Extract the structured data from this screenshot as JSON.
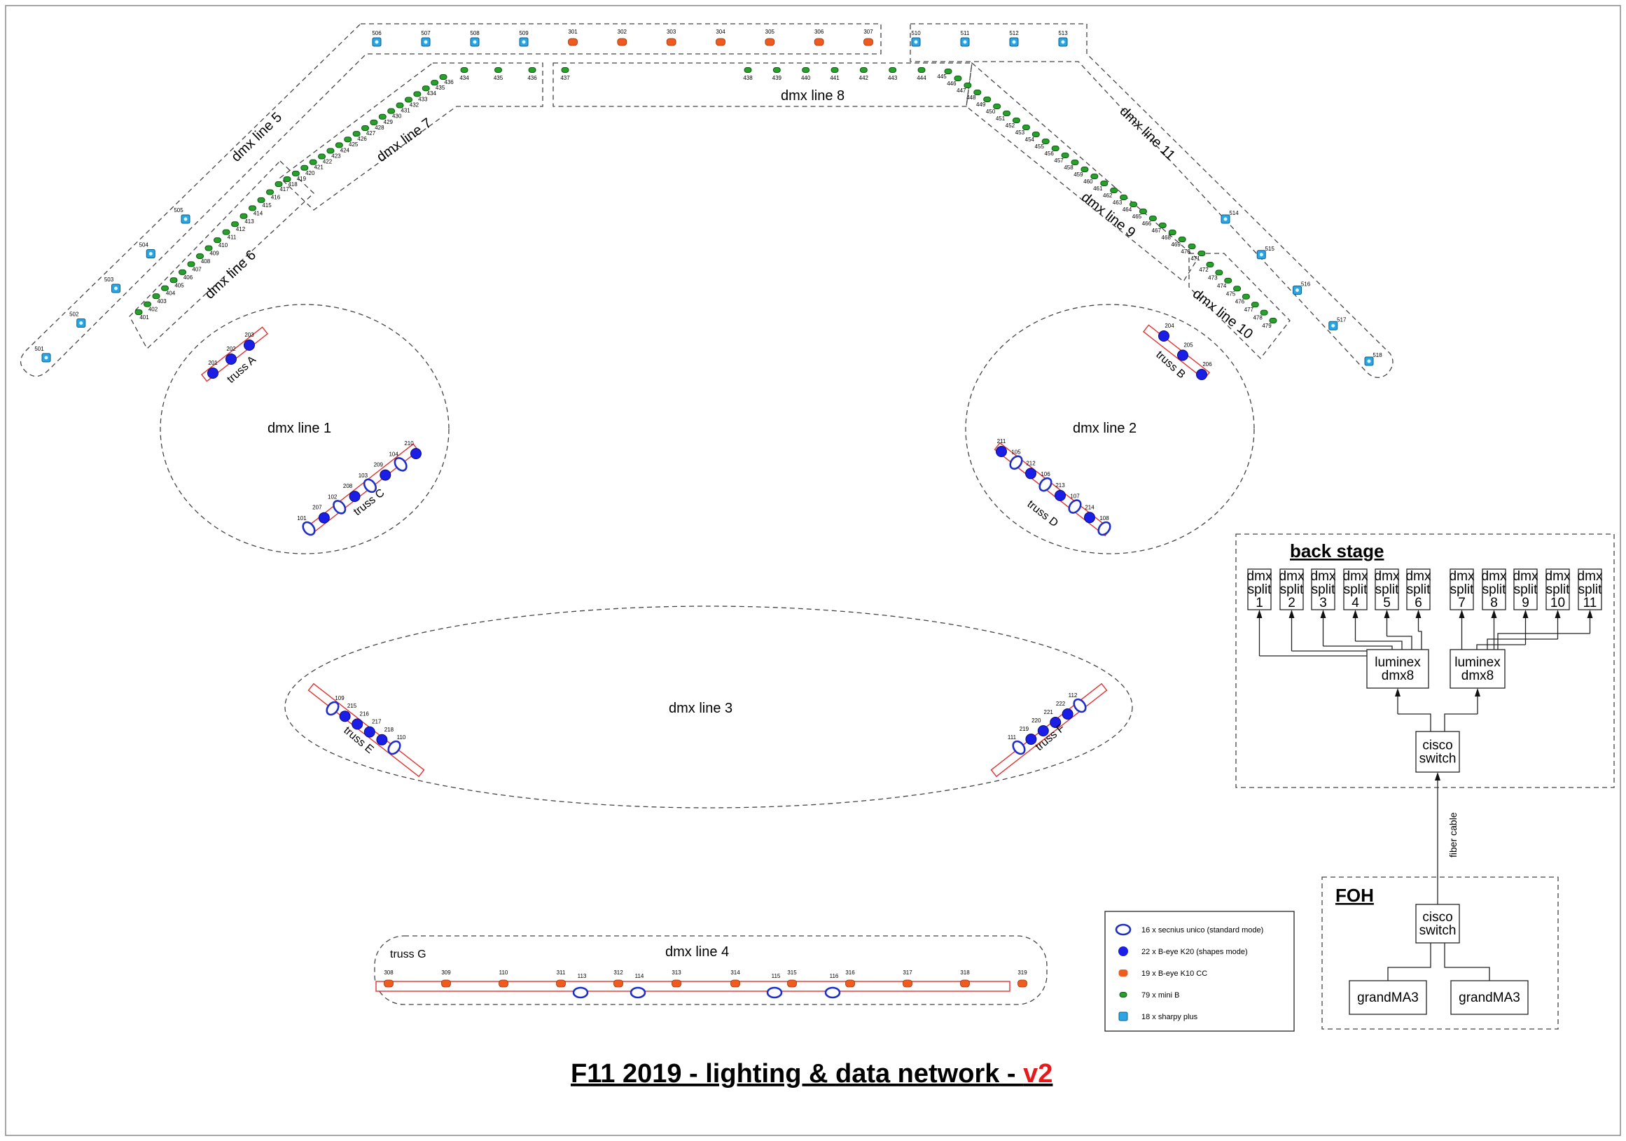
{
  "title": {
    "main": "F11 2019 - lighting & data network - ",
    "version": "v2"
  },
  "colors": {
    "unico": "#1f2ec8",
    "k20": "#1b1fe6",
    "k10": "#ef5a1e",
    "minib": "#29a02c",
    "sharpy": "#2aa6e6",
    "version": "#e41a1c"
  },
  "zones": {
    "line1": "dmx line 1",
    "line2": "dmx line 2",
    "line3": "dmx line 3",
    "line4": "dmx line 4",
    "line5": "dmx line 5",
    "line6": "dmx line 6",
    "line7": "dmx line 7",
    "line8": "dmx line 8",
    "line9": "dmx line 9",
    "line10": "dmx line 10",
    "line11": "dmx line 11"
  },
  "trusses": {
    "a": "truss A",
    "b": "truss B",
    "c": "truss C",
    "d": "truss D",
    "e": "truss E",
    "f": "truss F",
    "g": "truss G"
  },
  "legend": [
    {
      "icon": "unico-icon",
      "text": "16 x secnius unico (standard mode)"
    },
    {
      "icon": "k20-icon",
      "text": "22 x B-eye K20 (shapes mode)"
    },
    {
      "icon": "k10-icon",
      "text": "19 x B-eye K10 CC"
    },
    {
      "icon": "minib-icon",
      "text": "79 x mini B"
    },
    {
      "icon": "sharpy-icon",
      "text": "18 x sharpy plus"
    }
  ],
  "network": {
    "backstage_title": "back stage",
    "foh_title": "FOH",
    "splits": [
      {
        "l1": "dmx",
        "l2": "split",
        "l3": "1"
      },
      {
        "l1": "dmx",
        "l2": "split",
        "l3": "2"
      },
      {
        "l1": "dmx",
        "l2": "split",
        "l3": "3"
      },
      {
        "l1": "dmx",
        "l2": "split",
        "l3": "4"
      },
      {
        "l1": "dmx",
        "l2": "split",
        "l3": "5"
      },
      {
        "l1": "dmx",
        "l2": "split",
        "l3": "6"
      },
      {
        "l1": "dmx",
        "l2": "split",
        "l3": "7"
      },
      {
        "l1": "dmx",
        "l2": "split",
        "l3": "8"
      },
      {
        "l1": "dmx",
        "l2": "split",
        "l3": "9"
      },
      {
        "l1": "dmx",
        "l2": "split",
        "l3": "10"
      },
      {
        "l1": "dmx",
        "l2": "split",
        "l3": "11"
      }
    ],
    "luminex": [
      {
        "l1": "luminex",
        "l2": "dmx8"
      },
      {
        "l1": "luminex",
        "l2": "dmx8"
      }
    ],
    "switch_back": {
      "l1": "cisco",
      "l2": "switch"
    },
    "switch_foh": {
      "l1": "cisco",
      "l2": "switch"
    },
    "fiber": "fiber cable",
    "consoles": [
      "grandMA3",
      "grandMA3"
    ]
  },
  "fixtures": {
    "sharpy_top": [
      "506",
      "507",
      "508",
      "509",
      "510",
      "511",
      "512",
      "513"
    ],
    "k10_top": [
      "301",
      "302",
      "303",
      "304",
      "305",
      "306",
      "307"
    ],
    "line5": [
      "501",
      "502",
      "503",
      "504",
      "505"
    ],
    "line11": [
      "514",
      "515",
      "516",
      "517",
      "518"
    ],
    "line6": [
      "401",
      "402",
      "403",
      "404",
      "405",
      "406",
      "407",
      "408",
      "409",
      "410",
      "411",
      "412",
      "413",
      "414",
      "415",
      "416",
      "417"
    ],
    "line7": [
      "418",
      "419",
      "420",
      "421",
      "422",
      "423",
      "424",
      "425",
      "426",
      "427",
      "428",
      "429",
      "430",
      "431",
      "432",
      "433",
      "434",
      "435",
      "436"
    ],
    "line8": [
      "437",
      "438",
      "439",
      "440",
      "441",
      "442",
      "443",
      "444"
    ],
    "line9": [
      "445",
      "446",
      "447",
      "448",
      "449",
      "450",
      "451",
      "452",
      "453",
      "454",
      "455",
      "456",
      "457",
      "458",
      "459",
      "460",
      "461",
      "462",
      "463",
      "464",
      "465",
      "466",
      "467",
      "468",
      "469",
      "470",
      "471"
    ],
    "line10": [
      "472",
      "473",
      "474",
      "475",
      "476",
      "477",
      "478",
      "479"
    ],
    "truss_a": [
      "201",
      "202",
      "203"
    ],
    "truss_b": [
      "204",
      "205",
      "206"
    ],
    "truss_c": [
      {
        "id": "101",
        "t": "unico"
      },
      {
        "id": "207",
        "t": "k20"
      },
      {
        "id": "102",
        "t": "unico"
      },
      {
        "id": "208",
        "t": "k20"
      },
      {
        "id": "103",
        "t": "unico"
      },
      {
        "id": "209",
        "t": "k20"
      },
      {
        "id": "104",
        "t": "unico"
      },
      {
        "id": "210",
        "t": "k20"
      }
    ],
    "truss_d": [
      {
        "id": "211",
        "t": "k20"
      },
      {
        "id": "105",
        "t": "unico"
      },
      {
        "id": "212",
        "t": "k20"
      },
      {
        "id": "106",
        "t": "unico"
      },
      {
        "id": "213",
        "t": "k20"
      },
      {
        "id": "107",
        "t": "unico"
      },
      {
        "id": "214",
        "t": "k20"
      },
      {
        "id": "108",
        "t": "unico"
      }
    ],
    "truss_e": [
      {
        "id": "109",
        "t": "unico"
      },
      {
        "id": "215",
        "t": "k20"
      },
      {
        "id": "216",
        "t": "k20"
      },
      {
        "id": "217",
        "t": "k20"
      },
      {
        "id": "218",
        "t": "k20"
      },
      {
        "id": "110",
        "t": "unico"
      }
    ],
    "truss_f": [
      {
        "id": "111",
        "t": "unico"
      },
      {
        "id": "219",
        "t": "k20"
      },
      {
        "id": "220",
        "t": "k20"
      },
      {
        "id": "221",
        "t": "k20"
      },
      {
        "id": "222",
        "t": "k20"
      },
      {
        "id": "112",
        "t": "unico"
      }
    ],
    "truss_g_k10": [
      "308",
      "309",
      "110",
      "311",
      "312",
      "313",
      "314",
      "315",
      "316",
      "317",
      "318",
      "319"
    ],
    "truss_g_unico": [
      "113",
      "114",
      "115",
      "116"
    ]
  }
}
